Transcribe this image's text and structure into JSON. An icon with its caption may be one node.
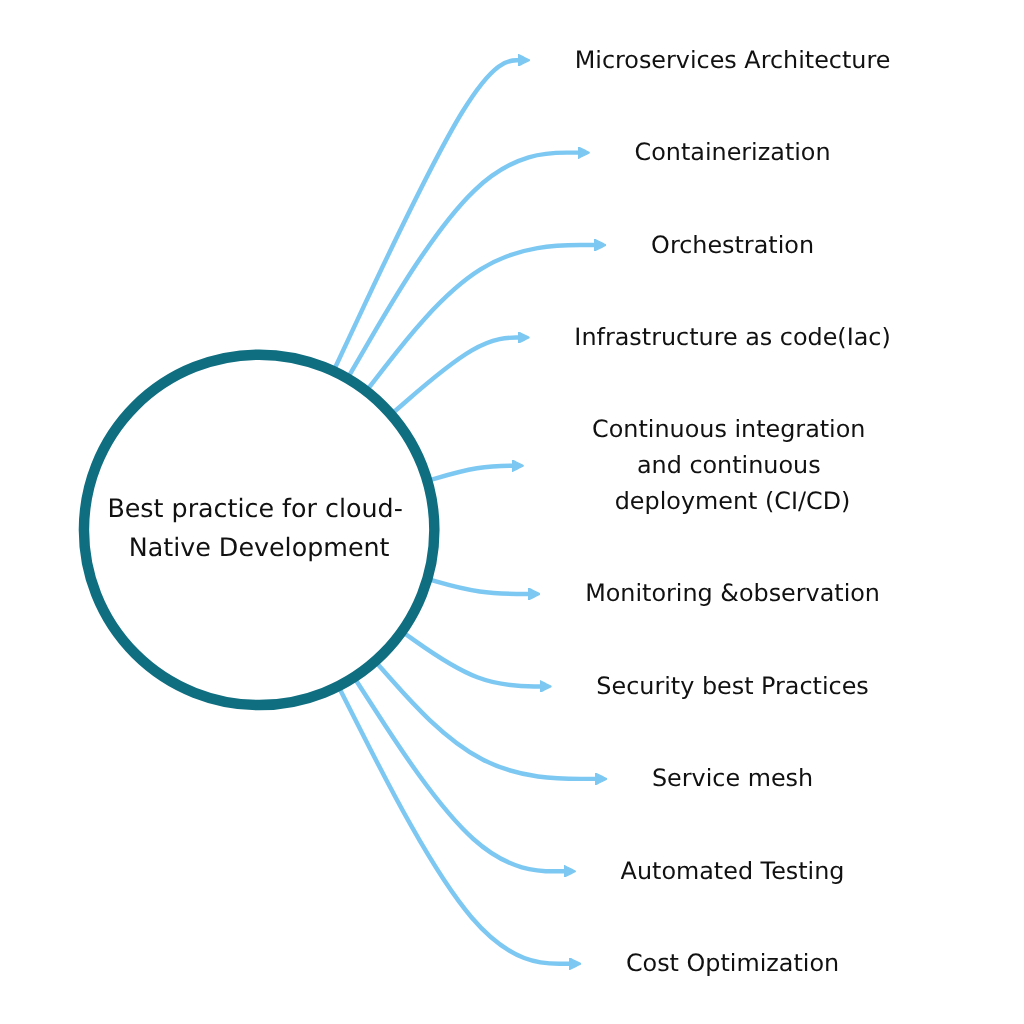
{
  "diagram": {
    "nodes": [
      {
        "text": [
          "Best practice for cloud- Native Development"
        ]
      },
      {
        "text": [
          "Microservices Architecture"
        ]
      },
      {
        "text": [
          "Containerization"
        ]
      },
      {
        "text": [
          "Orchestration"
        ]
      },
      {
        "text": [
          "Infrastructure as code(Iac)"
        ]
      },
      {
        "text": [
          "Continuous integration and continuous deployment (CI/CD)"
        ]
      },
      {
        "text": [
          "Monitoring &observation"
        ]
      },
      {
        "text": [
          "Security best Practices"
        ]
      },
      {
        "text": [
          "Service mesh"
        ]
      },
      {
        "text": [
          "Automated Testing"
        ]
      },
      {
        "text": [
          "Cost Optimization"
        ]
      }
    ],
    "edges": [
      {
        "from": 0,
        "to": 1,
        "arrow": "to"
      },
      {
        "from": 0,
        "to": 2,
        "arrow": "to"
      },
      {
        "from": 0,
        "to": 3,
        "arrow": "to"
      },
      {
        "from": 0,
        "to": 4,
        "arrow": "to"
      },
      {
        "from": 0,
        "to": 5,
        "arrow": "to"
      },
      {
        "from": 0,
        "to": 6,
        "arrow": "to"
      },
      {
        "from": 0,
        "to": 7,
        "arrow": "to"
      },
      {
        "from": 0,
        "to": 8,
        "arrow": "to"
      },
      {
        "from": 0,
        "to": 9,
        "arrow": "to"
      },
      {
        "from": 0,
        "to": 10,
        "arrow": "to"
      }
    ]
  }
}
